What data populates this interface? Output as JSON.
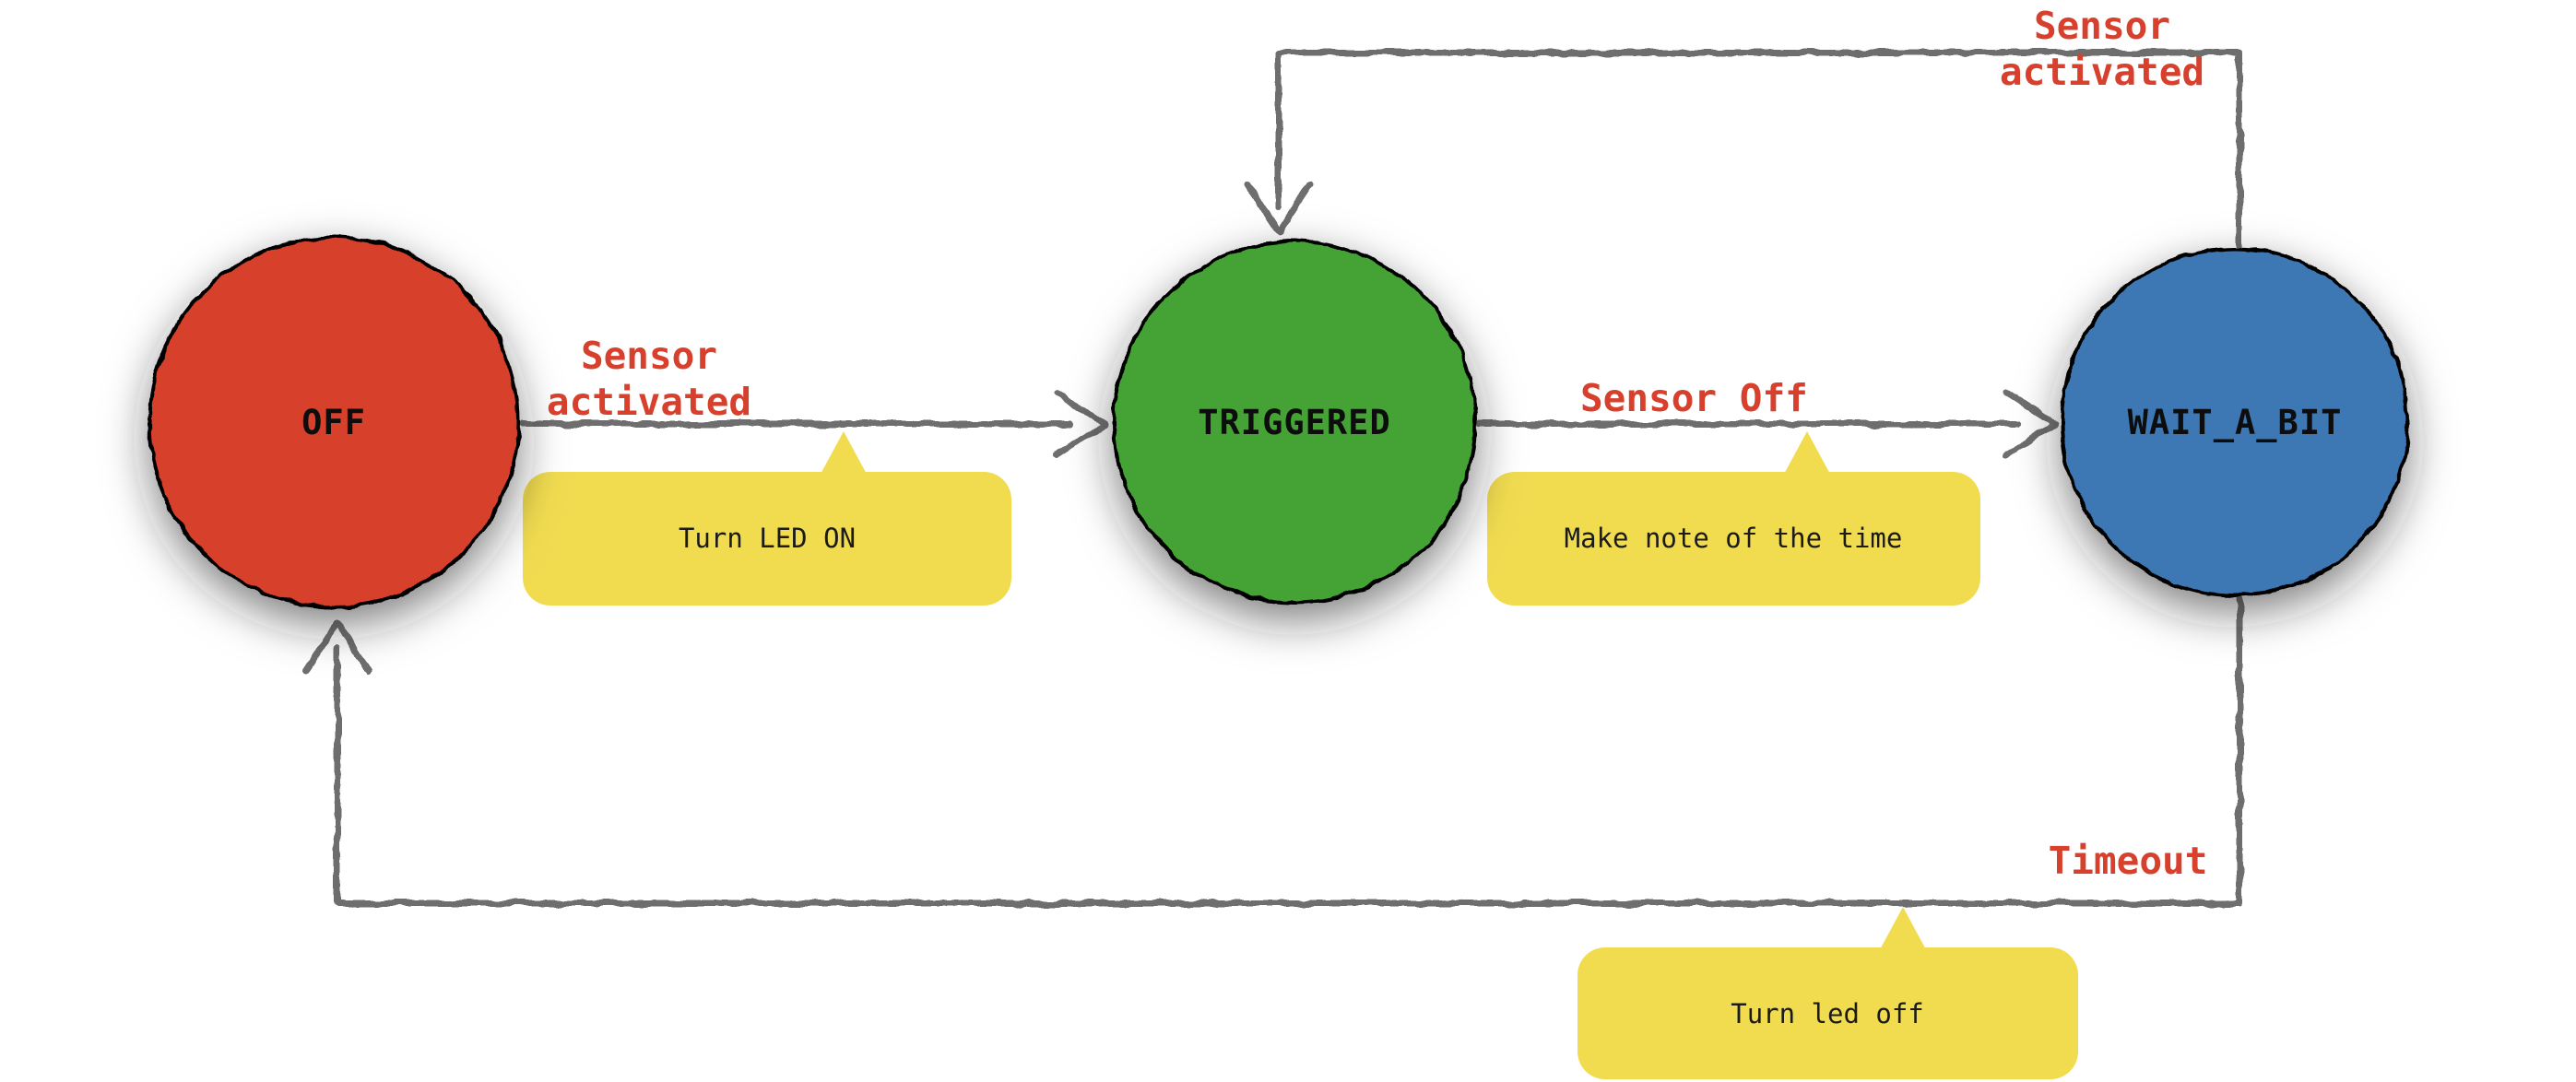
{
  "colors": {
    "off_state": "#d7402c",
    "triggered_state": "#44a335",
    "wait_state": "#3c78b4",
    "transition_label": "#d7402c",
    "note_bg": "#f1dc50",
    "arrow": "#6e6e6e",
    "state_text": "#0d0d0d",
    "note_text": "#1b1b1b"
  },
  "states": {
    "off": {
      "label": "OFF"
    },
    "triggered": {
      "label": "TRIGGERED"
    },
    "wait": {
      "label": "WAIT_A_BIT"
    }
  },
  "transitions": {
    "off_to_triggered": {
      "label_line1": "Sensor",
      "label_line2": "activated"
    },
    "triggered_to_wait": {
      "label": "Sensor Off"
    },
    "wait_to_triggered": {
      "label_line1": "Sensor",
      "label_line2": "activated"
    },
    "wait_to_off": {
      "label": "Timeout"
    }
  },
  "notes": {
    "turn_led_on": {
      "text": "Turn LED ON"
    },
    "make_note": {
      "text": "Make note of the time"
    },
    "turn_led_off": {
      "text": "Turn led off"
    }
  }
}
